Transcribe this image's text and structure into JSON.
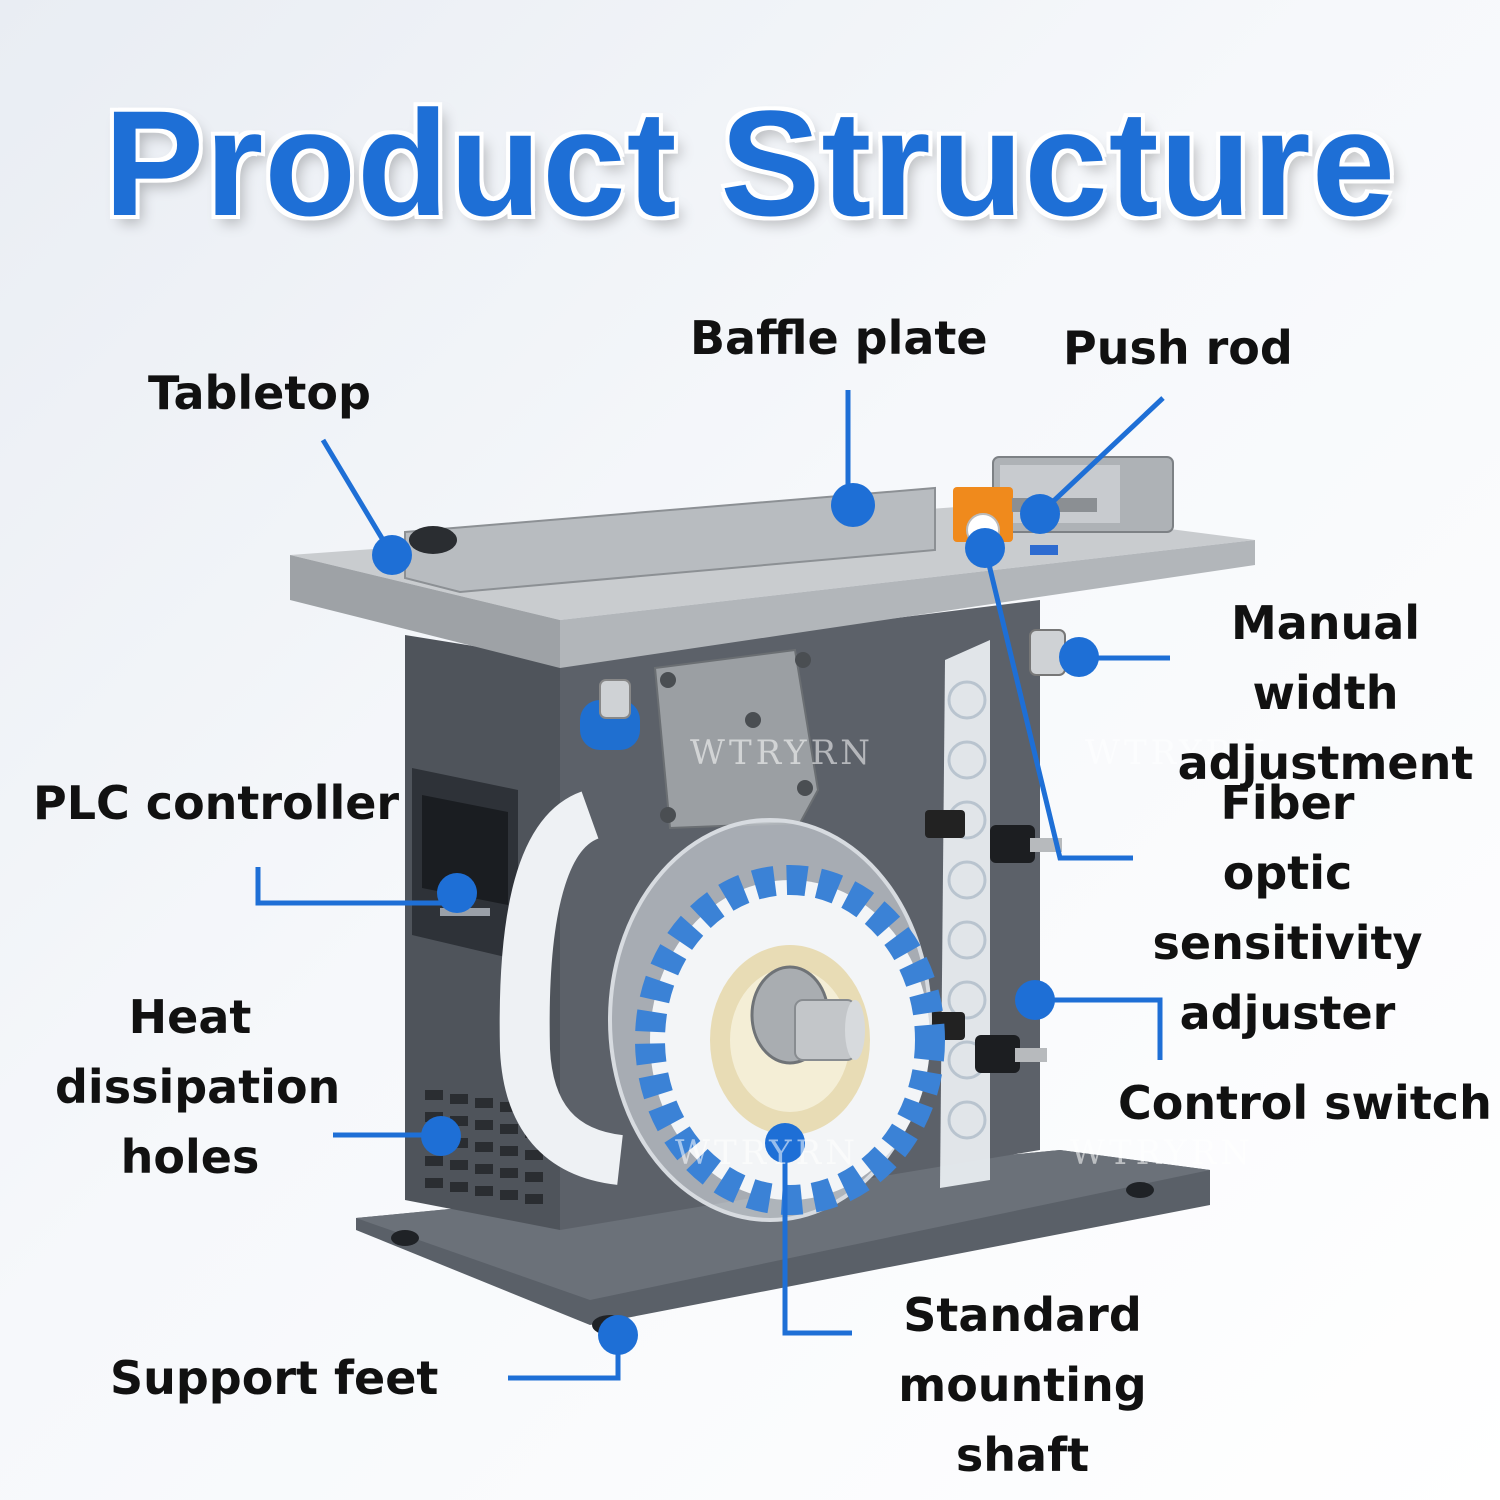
{
  "title": "Product Structure",
  "watermark": "WTRYRN",
  "accent_color": "#1e6fd6",
  "labels": {
    "baffle_plate": "Baffle plate",
    "push_rod": "Push rod",
    "tabletop": "Tabletop",
    "manual_width_adjustment": "Manual width\nadjustment",
    "plc_controller": "PLC controller",
    "fiber_optic": "Fiber optic\nsensitivity\nadjuster",
    "heat_dissipation": "Heat\ndissipation\nholes",
    "control_switch": "Control switch",
    "standard_shaft": "Standard\nmounting shaft",
    "support_feet": "Support feet"
  }
}
